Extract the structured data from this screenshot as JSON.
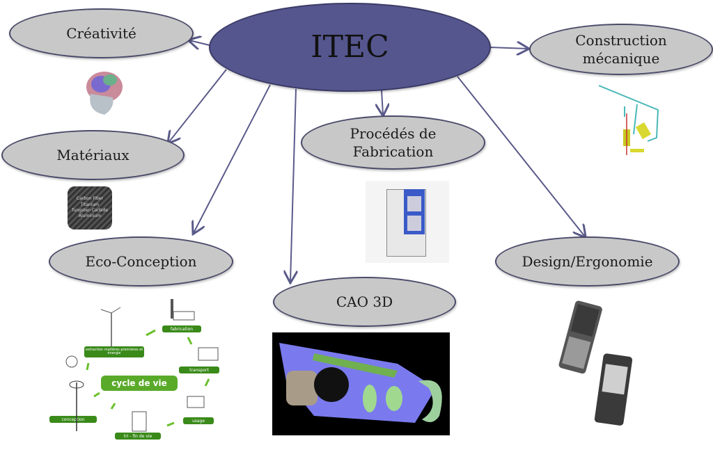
{
  "root": {
    "label": "ITEC",
    "color": "#55568e"
  },
  "nodes": [
    {
      "id": "creativite",
      "label": "Créativité"
    },
    {
      "id": "materiaux",
      "label": "Matériaux"
    },
    {
      "id": "eco",
      "label": "Eco-Conception"
    },
    {
      "id": "cao",
      "label": "CAO 3D"
    },
    {
      "id": "procedes",
      "label": "Procédés de Fabrication"
    },
    {
      "id": "design",
      "label": "Design/Ergonomie"
    },
    {
      "id": "construction",
      "label": "Construction mécanique"
    }
  ],
  "node_color": "#c8c8c8",
  "arrow_color": "#5a5a8a",
  "materials_swatch": [
    "Carbon Fiber",
    "Titanium",
    "Tungsten Carbide",
    "Aluminium"
  ],
  "life_cycle": {
    "center": "cycle de vie",
    "steps": [
      "extraction matières premières et énergie",
      "fabrication",
      "transport",
      "usage",
      "tri - fin de vie",
      "conception"
    ],
    "color": "#4a9a2a"
  }
}
